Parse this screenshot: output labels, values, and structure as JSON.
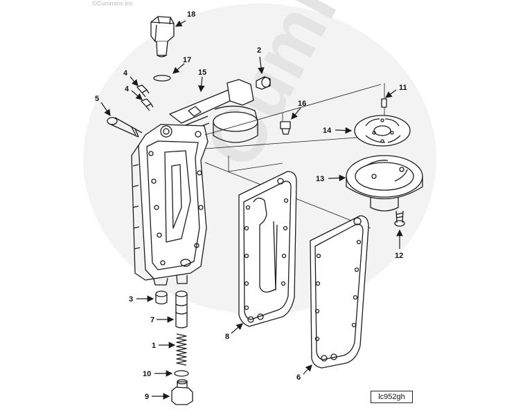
{
  "copyright": "©Cummins Inc",
  "watermark": "Cummins",
  "figure_id": "lc952gh",
  "colors": {
    "line": "#1a1a1a",
    "watermark": "#eeeeee",
    "paper": "#ffffff"
  },
  "callouts": {
    "c1": "1",
    "c2": "2",
    "c3": "3",
    "c4a": "4",
    "c4b": "4",
    "c5": "5",
    "c6": "6",
    "c7": "7",
    "c8": "8",
    "c9": "9",
    "c10": "10",
    "c11": "11",
    "c12": "12",
    "c13": "13",
    "c14": "14",
    "c15": "15",
    "c16": "16",
    "c17": "17",
    "c18": "18"
  }
}
